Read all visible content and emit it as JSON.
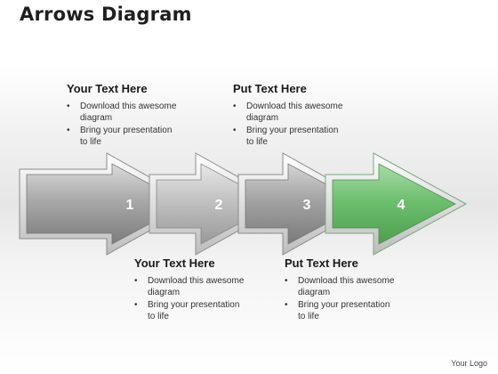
{
  "title": "Arrows Diagram",
  "arrows": [
    {
      "number": "1",
      "color": "#8c8c8c"
    },
    {
      "number": "2",
      "color": "#a6a6a6"
    },
    {
      "number": "3",
      "color": "#8f8f8f"
    },
    {
      "number": "4",
      "color": "#69b86b"
    }
  ],
  "blocks": [
    {
      "heading": "Your Text Here",
      "bullets": [
        "Download this awesome diagram",
        "Bring your presentation to life"
      ]
    },
    {
      "heading": "Put Text Here",
      "bullets": [
        "Download this awesome diagram",
        "Bring your presentation to life"
      ]
    },
    {
      "heading": "Your Text Here",
      "bullets": [
        "Download this awesome diagram",
        "Bring your presentation to life"
      ]
    },
    {
      "heading": "Put Text Here",
      "bullets": [
        "Download this awesome diagram",
        "Bring your presentation to life"
      ]
    }
  ],
  "footer": "Your Logo"
}
